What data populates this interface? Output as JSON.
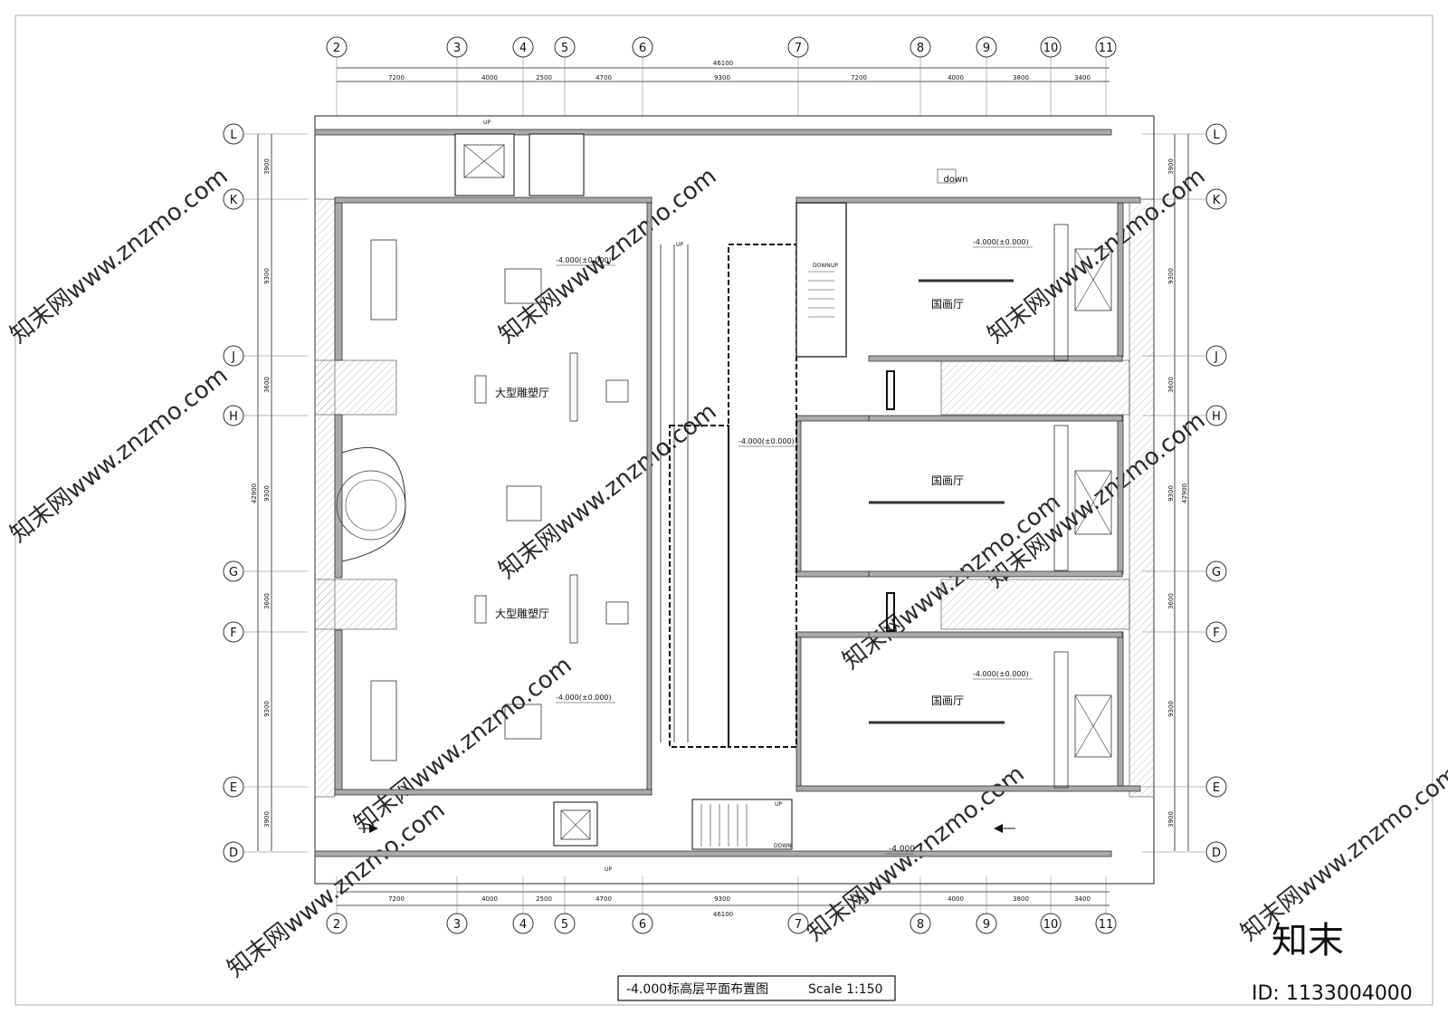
{
  "title": "-4.000标高层平面布置图",
  "scale": "Scale 1:150",
  "grid_columns": [
    "2",
    "3",
    "4",
    "5",
    "6",
    "7",
    "8",
    "9",
    "10",
    "11"
  ],
  "grid_rows": [
    "L",
    "K",
    "J",
    "H",
    "G",
    "F",
    "E",
    "D"
  ],
  "dims_top": [
    "7200",
    "4000",
    "2500",
    "4700",
    "9300",
    "7200",
    "4000",
    "3800",
    "3400"
  ],
  "dims_total": "46100",
  "dims_left": [
    "3900",
    "9300",
    "3600",
    "9300",
    "3600",
    "9300",
    "3900"
  ],
  "dims_left_total": "42900",
  "rooms": {
    "sculpture_hall_1": "大型雕塑厅",
    "sculpture_hall_2": "大型雕塑厅",
    "painting_hall_1": "国画厅",
    "painting_hall_2": "国画厅",
    "painting_hall_3": "国画厅"
  },
  "level_marks": [
    "-4.000(±0.000)",
    "-4.000"
  ],
  "labels": {
    "down": "down",
    "up": "UP",
    "dn": "DOWN"
  },
  "watermark": {
    "brand": "知末",
    "id": "ID: 1133004000",
    "diag": "知末网www.znzmo.com"
  }
}
